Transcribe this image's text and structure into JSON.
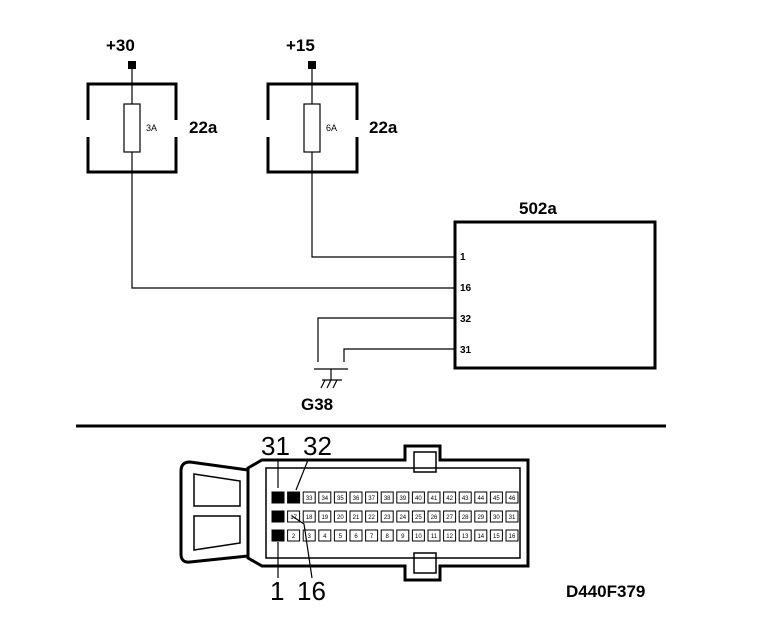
{
  "fuses": [
    {
      "supply": "+30",
      "rating": "3A",
      "ref": "22a"
    },
    {
      "supply": "+15",
      "rating": "6A",
      "ref": "22a"
    }
  ],
  "module": {
    "name": "502a",
    "pins": [
      "1",
      "16",
      "32",
      "31"
    ]
  },
  "ground": "G38",
  "connector": {
    "callouts_top": [
      "31",
      "32"
    ],
    "callouts_bottom": [
      "1",
      "16"
    ],
    "rows": [
      [
        "",
        "",
        "33",
        "34",
        "35",
        "36",
        "37",
        "38",
        "39",
        "40",
        "41",
        "42",
        "43",
        "44",
        "45",
        "46"
      ],
      [
        "",
        "17",
        "18",
        "19",
        "20",
        "21",
        "22",
        "23",
        "24",
        "25",
        "26",
        "27",
        "28",
        "29",
        "30",
        "31"
      ],
      [
        "",
        "2",
        "3",
        "4",
        "5",
        "6",
        "7",
        "8",
        "9",
        "10",
        "11",
        "12",
        "13",
        "14",
        "15",
        "16"
      ]
    ]
  },
  "drawing_code": "D440F379"
}
